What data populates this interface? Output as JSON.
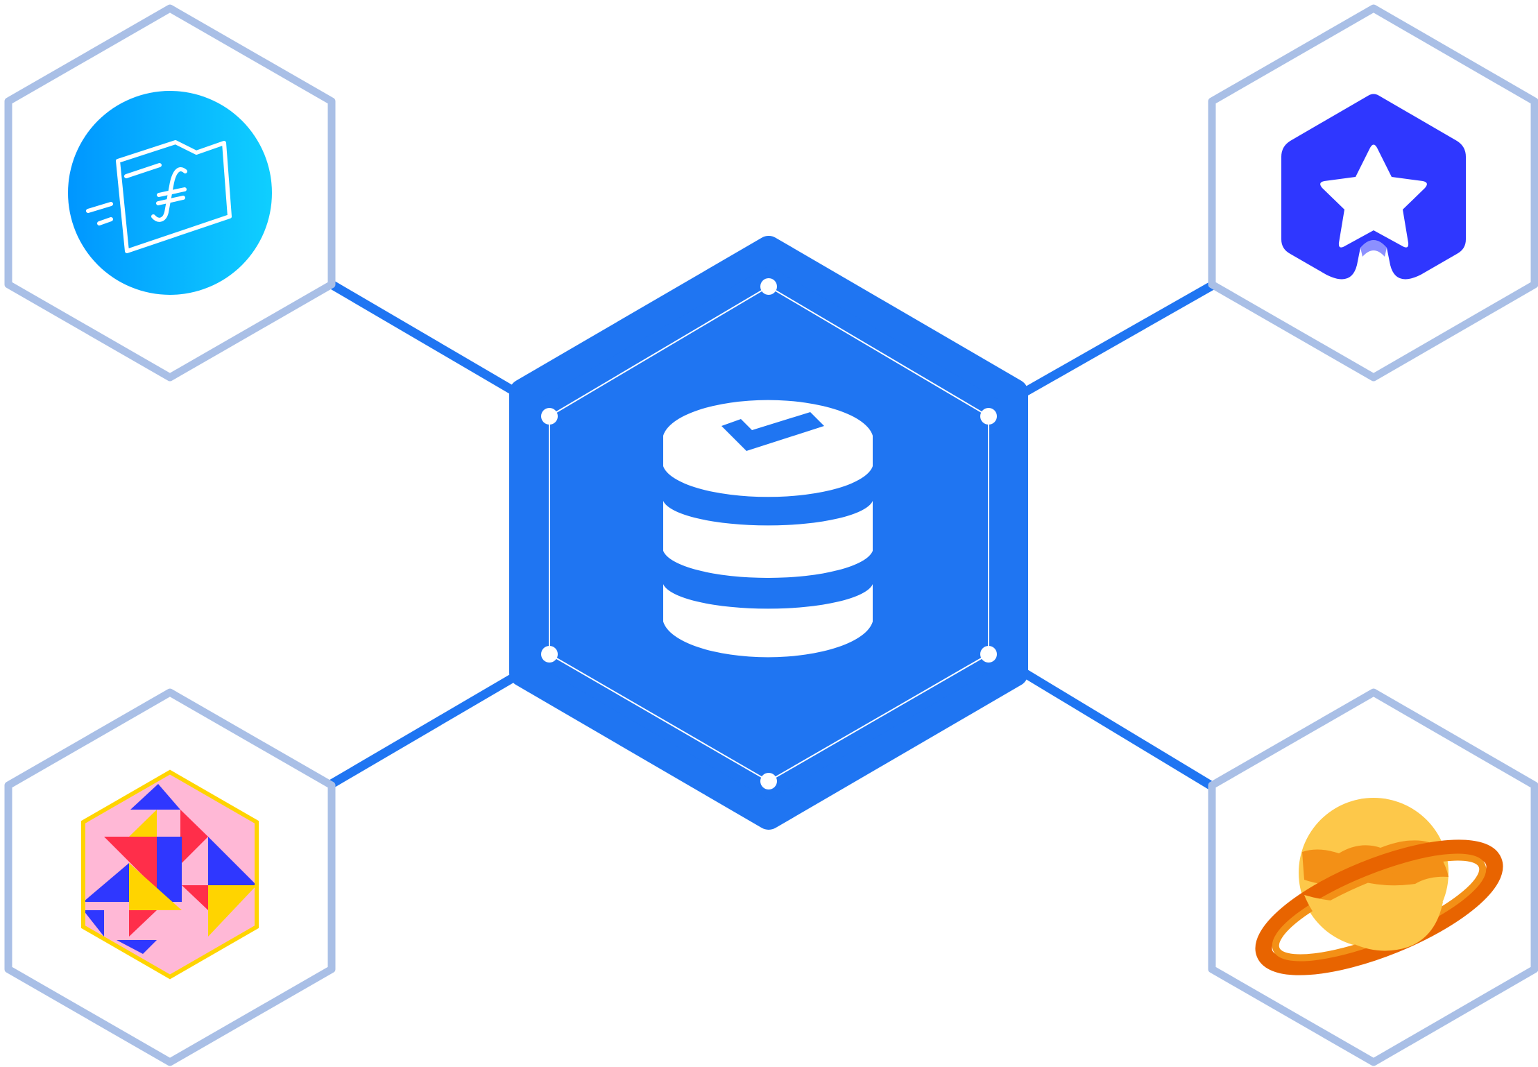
{
  "diagram": {
    "center_node": {
      "icon": "database-check-icon",
      "fill_color": "#1F75F2",
      "inner_outline_color": "#FFFFFF"
    },
    "connector_color": "#1F75F2",
    "satellite_outline_color": "#A9BFE6",
    "satellites": [
      {
        "position": "top-left",
        "icon": "filecoin-folder-icon",
        "colors": [
          "#0096FF",
          "#0FCFFF"
        ]
      },
      {
        "position": "top-right",
        "icon": "star-shield-icon",
        "colors": [
          "#2F37FF"
        ]
      },
      {
        "position": "bottom-left",
        "icon": "geometric-quilt-hexagon-icon",
        "colors": [
          "#FFB8D6",
          "#2F37FF",
          "#FF2E4A",
          "#FFD400"
        ]
      },
      {
        "position": "bottom-right",
        "icon": "planet-ring-icon",
        "colors": [
          "#FDC84A",
          "#F39016",
          "#E86400"
        ]
      }
    ]
  }
}
